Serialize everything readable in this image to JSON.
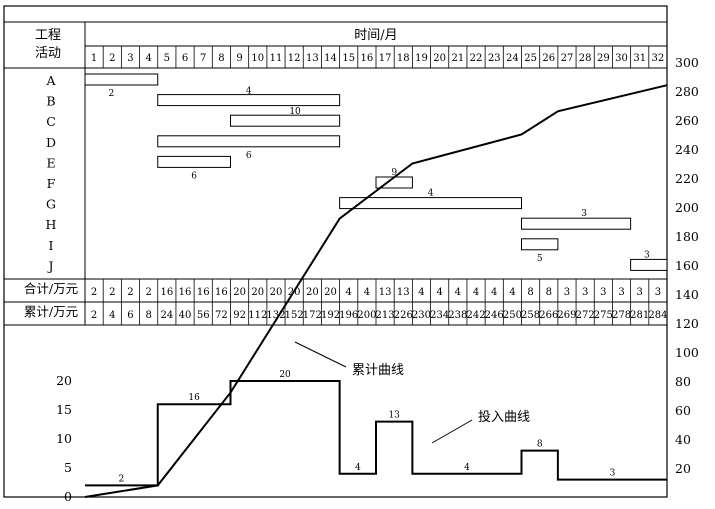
{
  "table": {
    "row_header_line1": "工程",
    "row_header_line2": "活动",
    "time_header": "时间/月",
    "months": [
      "1",
      "2",
      "3",
      "4",
      "5",
      "6",
      "7",
      "8",
      "9",
      "10",
      "11",
      "12",
      "13",
      "14",
      "15",
      "16",
      "17",
      "18",
      "19",
      "20",
      "21",
      "22",
      "23",
      "24",
      "25",
      "26",
      "27",
      "28",
      "29",
      "30",
      "31",
      "32"
    ],
    "activities": [
      "A",
      "B",
      "C",
      "D",
      "E",
      "F",
      "G",
      "H",
      "I",
      "J"
    ],
    "total_label": "合计/万元",
    "totals": [
      "2",
      "2",
      "2",
      "2",
      "16",
      "16",
      "16",
      "16",
      "20",
      "20",
      "20",
      "20",
      "20",
      "20",
      "4",
      "4",
      "13",
      "13",
      "4",
      "4",
      "4",
      "4",
      "4",
      "4",
      "8",
      "8",
      "3",
      "3",
      "3",
      "3",
      "3",
      "3"
    ],
    "cumulative_label": "累计/万元",
    "cumulative": [
      "2",
      "4",
      "6",
      "8",
      "24",
      "40",
      "56",
      "72",
      "92",
      "112",
      "132",
      "152",
      "172",
      "192",
      "196",
      "200",
      "213",
      "226",
      "230",
      "234",
      "238",
      "242",
      "246",
      "250",
      "258",
      "266",
      "269",
      "272",
      "275",
      "278",
      "281",
      "284"
    ]
  },
  "chart_data": {
    "type": "line",
    "title": "",
    "xlabel": "时间/月",
    "gantt": [
      {
        "activity": "A",
        "start": 1,
        "end": 4,
        "cost_per_month": 2
      },
      {
        "activity": "B",
        "start": 5,
        "end": 14,
        "cost_per_month": 4
      },
      {
        "activity": "C",
        "start": 9,
        "end": 14,
        "cost_per_month": 10
      },
      {
        "activity": "D",
        "start": 5,
        "end": 14,
        "cost_per_month": 6
      },
      {
        "activity": "E",
        "start": 5,
        "end": 8,
        "cost_per_month": 6
      },
      {
        "activity": "F",
        "start": 17,
        "end": 18,
        "cost_per_month": 9
      },
      {
        "activity": "G",
        "start": 15,
        "end": 24,
        "cost_per_month": 4
      },
      {
        "activity": "H",
        "start": 25,
        "end": 30,
        "cost_per_month": 3
      },
      {
        "activity": "I",
        "start": 25,
        "end": 26,
        "cost_per_month": 5
      },
      {
        "activity": "J",
        "start": 31,
        "end": 32,
        "cost_per_month": 3
      }
    ],
    "investment_curve": {
      "label": "投入曲线",
      "segments": [
        {
          "from": 1,
          "to": 4,
          "value": 2
        },
        {
          "from": 5,
          "to": 8,
          "value": 16
        },
        {
          "from": 9,
          "to": 14,
          "value": 20
        },
        {
          "from": 15,
          "to": 16,
          "value": 4
        },
        {
          "from": 17,
          "to": 18,
          "value": 13
        },
        {
          "from": 19,
          "to": 24,
          "value": 4
        },
        {
          "from": 25,
          "to": 26,
          "value": 8
        },
        {
          "from": 27,
          "to": 32,
          "value": 3
        }
      ],
      "y_ticks": [
        "0",
        "5",
        "10",
        "15",
        "20"
      ],
      "ylim": [
        0,
        20
      ]
    },
    "cumulative_curve": {
      "label": "累计曲线",
      "points": [
        [
          0,
          0
        ],
        [
          4,
          8
        ],
        [
          8,
          72
        ],
        [
          14,
          192
        ],
        [
          18,
          230
        ],
        [
          24,
          250
        ],
        [
          26,
          266
        ],
        [
          32,
          284
        ]
      ],
      "y_ticks": [
        "20",
        "40",
        "60",
        "80",
        "100",
        "120",
        "140",
        "160",
        "180",
        "200",
        "220",
        "240",
        "260",
        "280",
        "300"
      ],
      "ylim": [
        0,
        300
      ]
    }
  }
}
